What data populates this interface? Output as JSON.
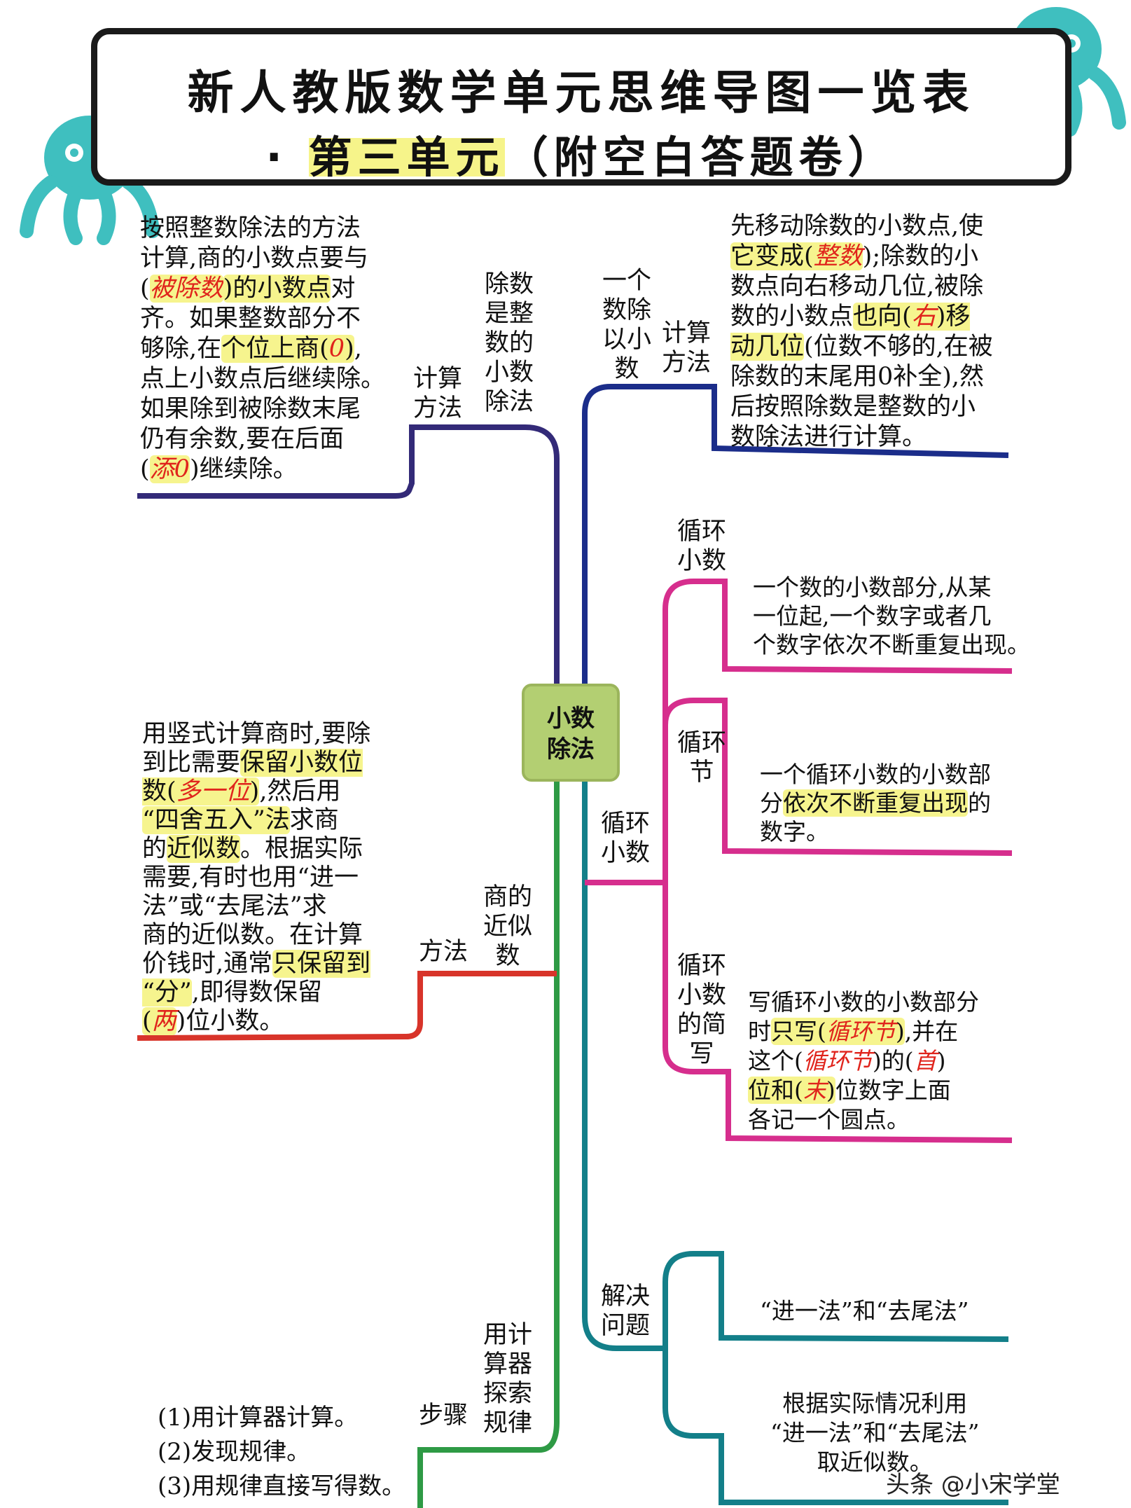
{
  "title": {
    "line1": "新人教版数学单元思维导图一览表",
    "line2_dot": "·",
    "line2_hl": "第三单元",
    "line2_rest": "（附空白答题卷）"
  },
  "center": {
    "line1": "小数",
    "line2": "除法"
  },
  "branch_int": {
    "label": "除数\n是整\n数的\n小数\n除法",
    "method": "计算\n方法",
    "t1": "按照整数除法的方法\n计算,商的小数点要与\n(",
    "a1": "被除数",
    "t2": "的小数点",
    "t3": "对\n齐。如果整数部分不\n够除,在",
    "t4": "个位上商(",
    "a2": "0",
    "t5": ")",
    "t6": ",\n点上小数点后继续除。\n如果除到被除数末尾\n仍有余数,要在后面\n(",
    "a3": "添0",
    "t7": ")继续除。"
  },
  "branch_dec": {
    "label": "一个\n数除\n以小\n数",
    "method": "计算\n方法",
    "t1": "先移动除数的小数点,使\n",
    "t2": "它变成(",
    "a1": "整数",
    "t3": ");除数的小\n数点向右移动几位,被除\n数的小数点",
    "t4": "也向(",
    "a2": "右",
    "t5": ")移\n动几位",
    "t6": "(位数不够的,在被\n除数的末尾用0补全),然\n后按照除数是整数的小\n数除法进行计算。"
  },
  "branch_approx": {
    "label": "商的\n近似\n数",
    "method": "方法",
    "t1": "用竖式计算商时,要除\n到比需要",
    "t2": "保留小数位\n数(",
    "a1": "多一位",
    "t3": ")",
    "t4": ",然后用\n",
    "t5": "“四舍五入”法",
    "t6": "求商\n的",
    "t7": "近似数",
    "t8": "。根据实际\n需要,有时也用“进一\n法”或“去尾法”求\n商的近似数。在计算\n价钱时,通常",
    "t9": "只保留到\n“分”",
    "t10": ",即得数保留\n",
    "t11": "(",
    "a2": "两",
    "t12": ")位小数。"
  },
  "branch_repeat": {
    "label": "循环\n小数",
    "sub1_label": "循环\n小数",
    "sub1_text": "一个数的小数部分,从某\n一位起,一个数字或者几\n个数字依次不断重复出现。",
    "sub2_label": "循环\n节",
    "sub2_t1": "一个循环小数的小数部\n分",
    "sub2_t2": "依次不断重复出现",
    "sub2_t3": "的\n数字。",
    "sub3_label": "循环\n小数\n的简\n写",
    "sub3_t1": "写循环小数的小数部分\n时",
    "sub3_t2": "只写(",
    "sub3_a1": "循环节",
    "sub3_t3": ")",
    "sub3_t4": ",并在\n这个(",
    "sub3_a2": "循环节",
    "sub3_t5": ")的(",
    "sub3_a3": "首",
    "sub3_t6": ")\n",
    "sub3_t7": "位和(",
    "sub3_a4": "末",
    "sub3_t8": ")",
    "sub3_t9": "位数字上面\n各记一个圆点。"
  },
  "branch_solve": {
    "label": "解决\n问题",
    "t1": "“进一法”和“去尾法”",
    "t2": "根据实际情况利用\n“进一法”和“去尾法”\n取近似数。"
  },
  "branch_calc": {
    "label": "用计\n算器\n探索\n规律",
    "method": "步骤",
    "t1": "(1)用计算器计算。\n(2)发现规律。\n(3)用规律直接写得数。"
  },
  "footer": "头条 @小宋学堂",
  "colors": {
    "navy": "#1b2d8a",
    "indigo": "#332a78",
    "teal": "#137f89",
    "magenta": "#d62e8d",
    "green": "#2e9a45",
    "red": "#d8342a",
    "mascot": "#3fbfbf"
  }
}
